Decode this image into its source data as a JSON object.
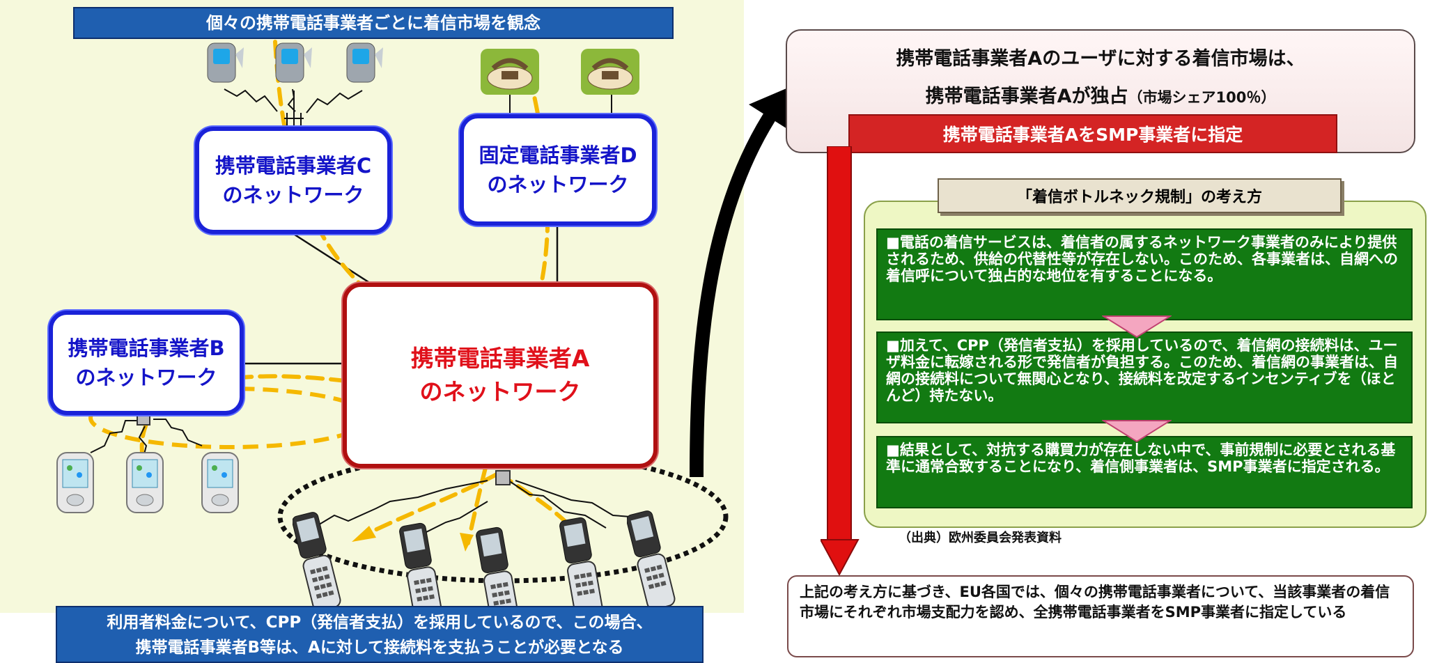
{
  "left": {
    "top_banner": "個々の携帯電話事業者ごとに着信市場を観念",
    "net_c": [
      "携帯電話事業者C",
      "のネットワーク"
    ],
    "net_d": [
      "固定電話事業者D",
      "のネットワーク"
    ],
    "net_b": [
      "携帯電話事業者B",
      "のネットワーク"
    ],
    "net_a": [
      "携帯電話事業者A",
      "のネットワーク"
    ],
    "bottom_banner": [
      "利用者料金について、CPP（発信者支払）を採用しているので、この場合、",
      "携帯電話事業者B等は、Aに対して接続料を支払うことが必要となる"
    ]
  },
  "right": {
    "head_line1": "携帯電話事業者Aのユーザに対する着信市場は、",
    "head_line2": "携帯電話事業者Aが独占",
    "head_line2_small": "（市場シェア100％）",
    "smp_bar": "携帯電話事業者AをSMP事業者に指定",
    "concept_tag": "「着信ボトルネック規制」の考え方",
    "box1": "■電話の着信サービスは、着信者の属するネットワーク事業者のみにより提供されるため、供給の代替性等が存在しない。このため、各事業者は、自網への着信呼について独占的な地位を有することになる。",
    "box2": "■加えて、CPP（発信者支払）を採用しているので、着信網の接続料は、ユーザ料金に転嫁される形で発信者が負担する。このため、着信網の事業者は、自網の接続料について無関心となり、接続料を改定するインセンティブを（ほとんど）持たない。",
    "box3": "■結果として、対抗する購買力が存在しない中で、事前規制に必要とされる基準に通常合致することになり、着信側事業者は、SMP事業者に指定される。",
    "source": "（出典）欧州委員会発表資料",
    "conclusion": "上記の考え方に基づき、EU各国では、個々の携帯電話事業者について、当該事業者の着信市場にそれぞれ市場支配力を認め、全携帯電話事業者をSMP事業者に指定している"
  },
  "colors": {
    "net_blue": "#1a22d8",
    "net_red": "#b01010",
    "call_path": "#f5b800",
    "banner_blue": "#1f5fb0",
    "green_box": "#127a12"
  }
}
